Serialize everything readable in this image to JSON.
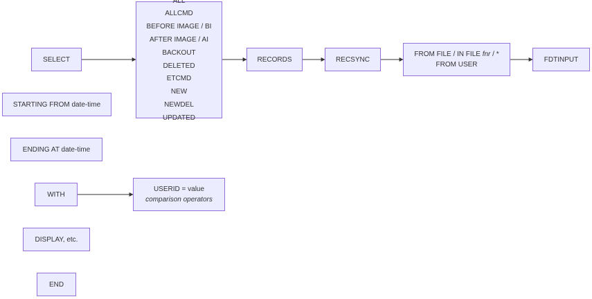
{
  "nodes": {
    "select": "SELECT",
    "starting_from": "STARTING FROM date-time",
    "ending_at": "ENDING AT date-time",
    "with": "WITH",
    "display": "DISPLAY, etc.",
    "end": "END",
    "image_options": [
      "ALL",
      "ALLCMD",
      "BEFORE IMAGE / BI",
      "AFTER IMAGE / AI",
      "BACKOUT",
      "DELETED",
      "ETCMD",
      "NEW",
      "NEWDEL",
      "UPDATED"
    ],
    "records": "RECORDS",
    "recsync": "RECSYNC",
    "from_file_prefix": "FROM FILE / IN FILE",
    "from_file_fnr": "fnr",
    "from_file_suffix": "/ *",
    "from_user": "FROM USER",
    "fdtinput": "FDTINPUT",
    "userid": "USERID = value",
    "comparison": "comparison operators"
  },
  "colors": {
    "node_fill": "#ececff",
    "node_border": "#9370db",
    "edge": "#333333",
    "text": "#333333"
  }
}
